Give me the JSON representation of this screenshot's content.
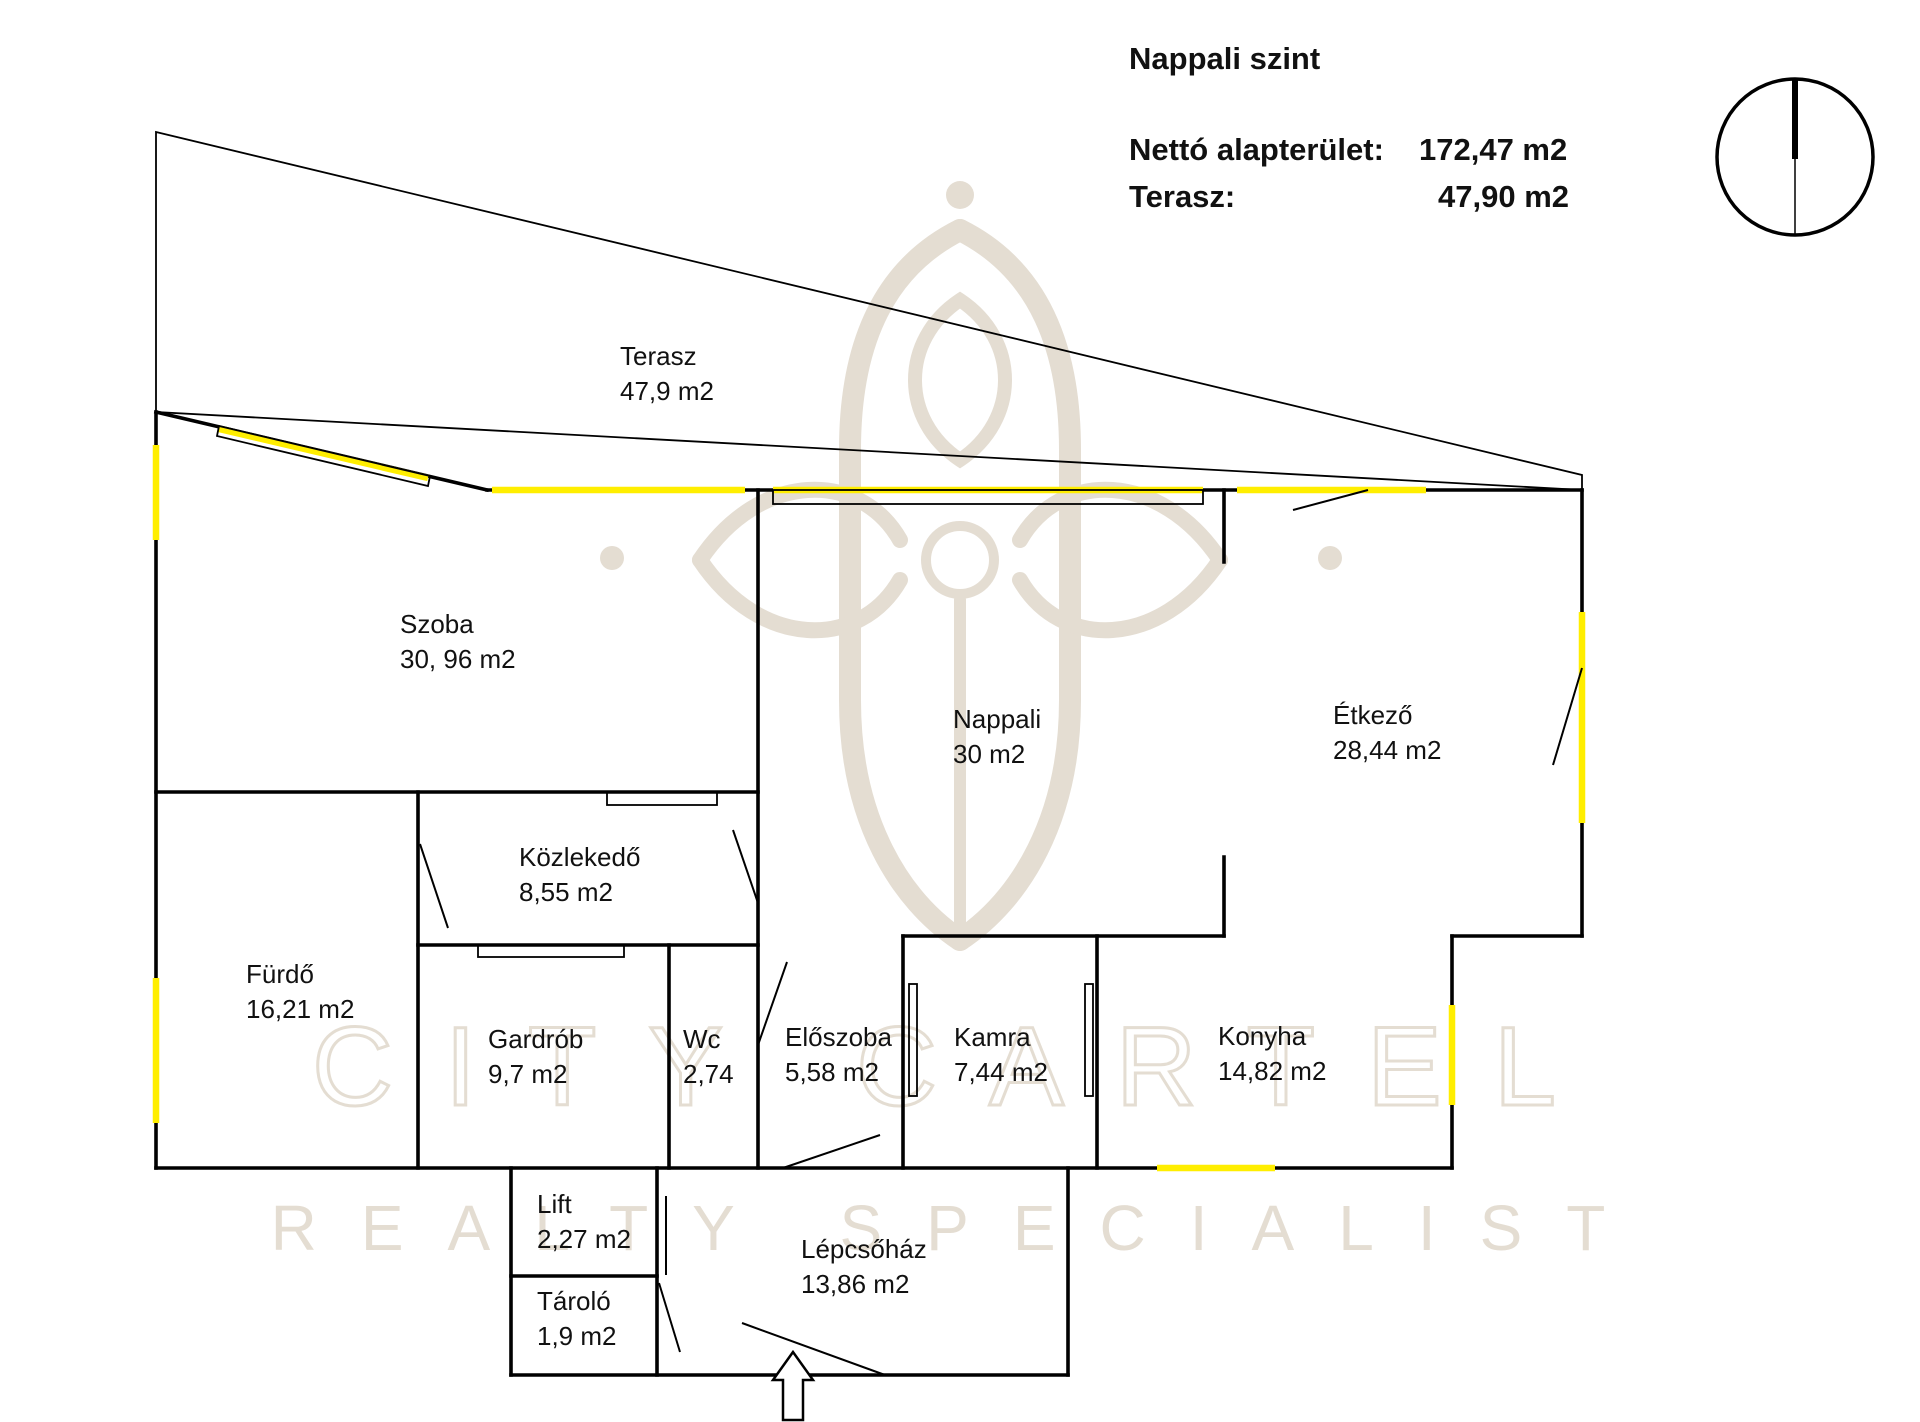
{
  "header": {
    "level_title": "Nappali szint",
    "net_area_label": "Nettó alapterület:",
    "net_area_value": "172,47 m2",
    "terrace_label": "Terasz:",
    "terrace_value": "47,90 m2"
  },
  "watermark": {
    "brand": "CITY CARTEL",
    "tagline": "REALTY SPECIALIST"
  },
  "rooms": {
    "terasz": {
      "name": "Terasz",
      "area": "47,9 m2"
    },
    "szoba": {
      "name": "Szoba",
      "area": "30, 96 m2"
    },
    "nappali": {
      "name": "Nappali",
      "area": "30 m2"
    },
    "etkezo": {
      "name": "Étkező",
      "area": "28,44 m2"
    },
    "kozlekedo": {
      "name": "Közlekedő",
      "area": "8,55 m2"
    },
    "furdo": {
      "name": "Fürdő",
      "area": "16,21 m2"
    },
    "gardrob": {
      "name": "Gardrób",
      "area": "9,7 m2"
    },
    "wc": {
      "name": "Wc",
      "area": "2,74"
    },
    "eloszoba": {
      "name": "Előszoba",
      "area": "5,58 m2"
    },
    "kamra": {
      "name": "Kamra",
      "area": "7,44 m2"
    },
    "konyha": {
      "name": "Konyha",
      "area": "14,82 m2"
    },
    "lift": {
      "name": "Lift",
      "area": "2,27 m2"
    },
    "tarolo": {
      "name": "Tároló",
      "area": "1,9 m2"
    },
    "lepcsohaz": {
      "name": "Lépcsőház",
      "area": "13,86 m2"
    }
  },
  "colors": {
    "wall": "#000000",
    "window": "#ffee00",
    "watermark": "#e4ddd2"
  },
  "icons": {
    "compass": "north-arrow-icon",
    "entrance": "entrance-arrow-icon"
  }
}
